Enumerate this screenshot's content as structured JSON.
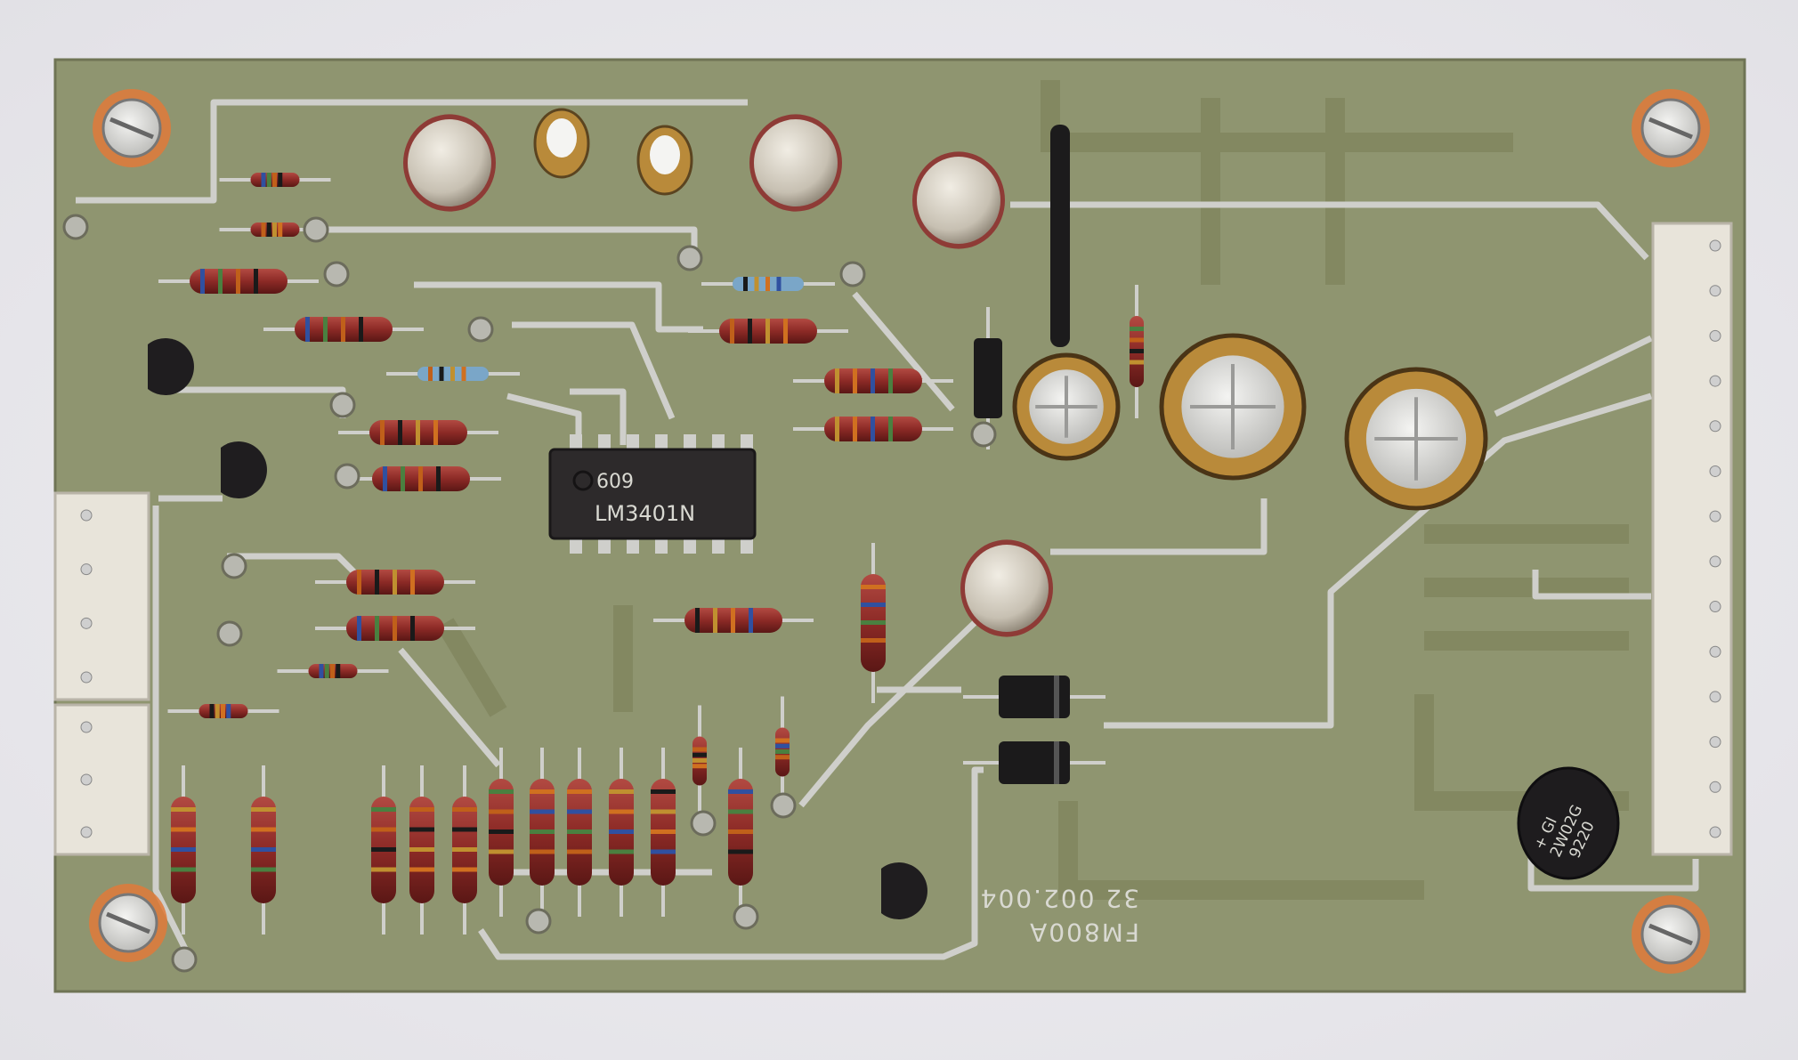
{
  "board": {
    "ic_logo_number": "609",
    "ic_part": "LM3401N",
    "silkscreen_model": "FM800A",
    "silkscreen_part_number": "32 002.004",
    "bridge_brand": "+ GI",
    "bridge_part": "2W02G",
    "bridge_date_code": "9220"
  },
  "colors": {
    "pcb": "#8f9570",
    "trace": "#cfcfcb",
    "resistor_body": "#8c2a26",
    "connector": "#e8e4da",
    "cap_gold": "#b98a3a"
  }
}
